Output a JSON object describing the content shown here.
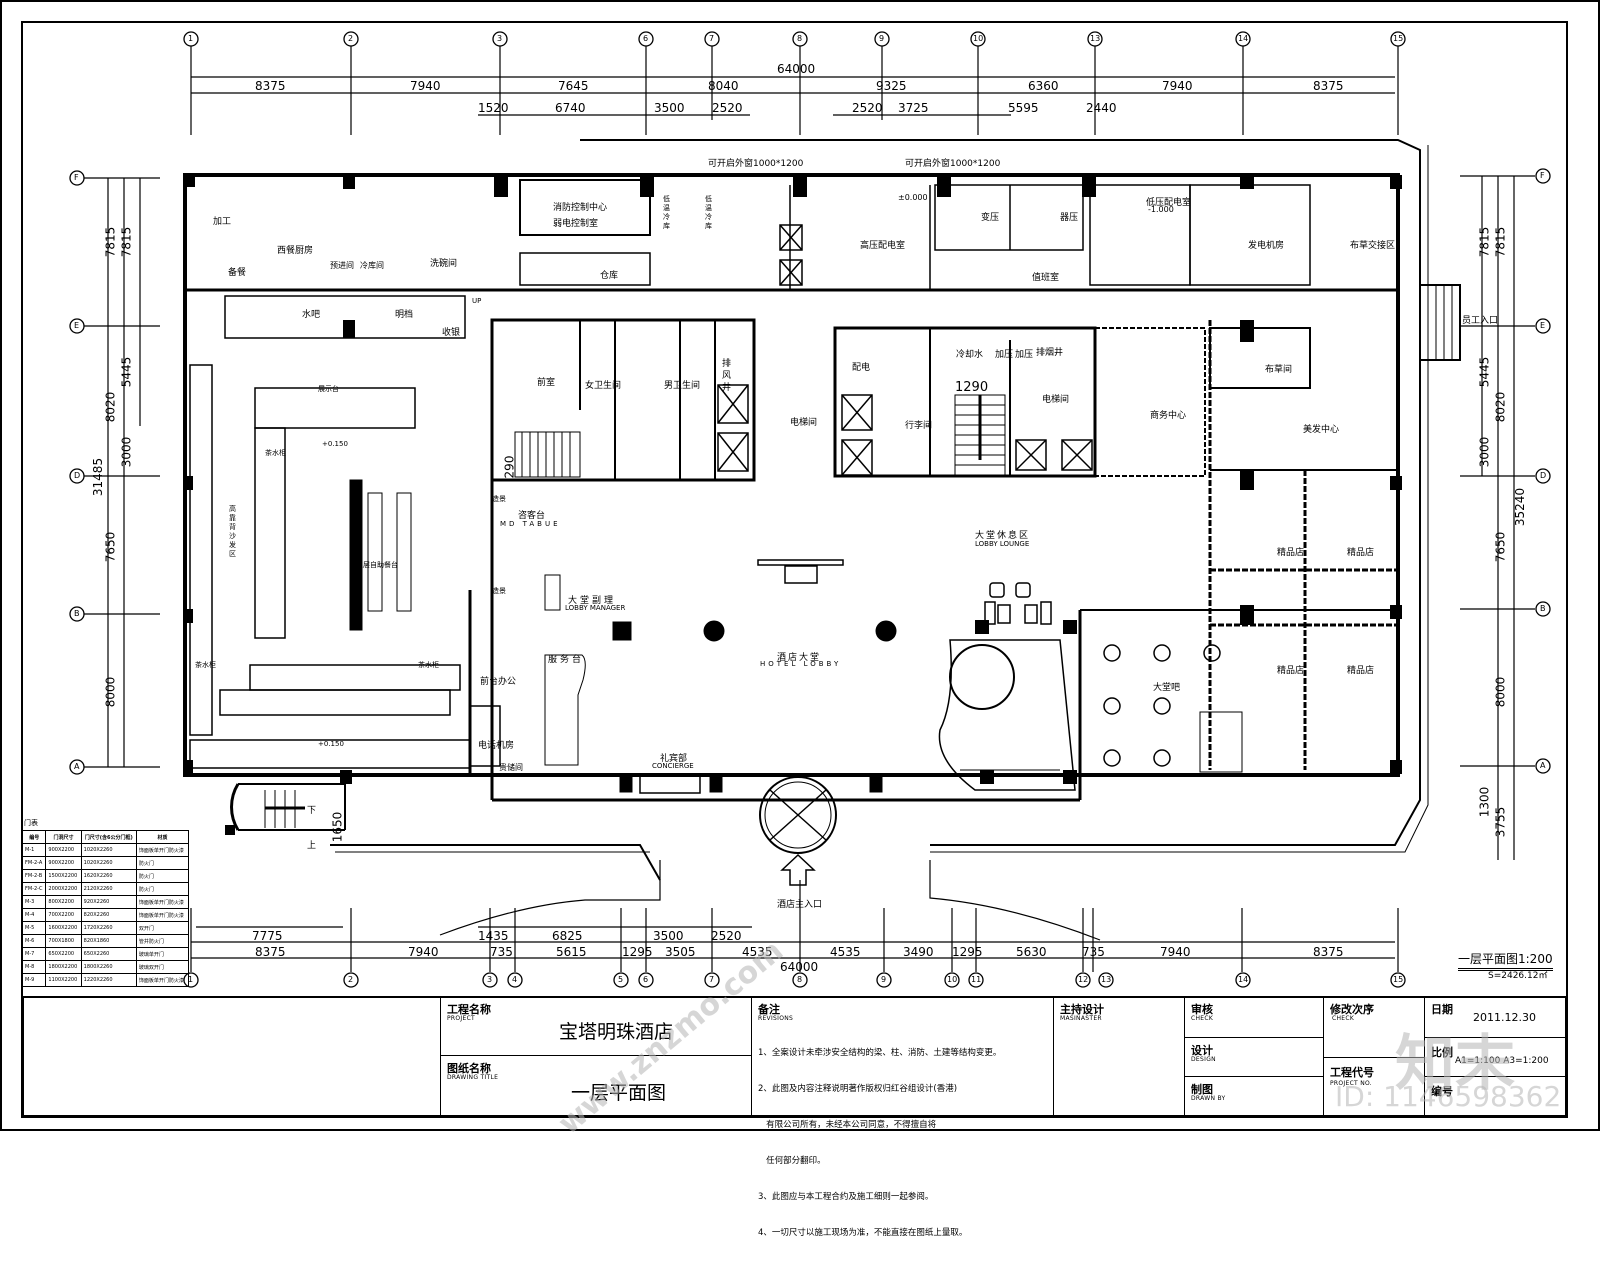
{
  "drawing": {
    "title": "一层平面图1:200",
    "area": "S=2426.12㎡",
    "scale": "1:200"
  },
  "axes": {
    "columns_top": [
      "1",
      "2",
      "3",
      "6",
      "7",
      "8",
      "9",
      "10",
      "13",
      "14",
      "15"
    ],
    "columns_bottom": [
      "1",
      "2",
      "3",
      "4",
      "5",
      "6",
      "7",
      "8",
      "9",
      "10",
      "11",
      "12",
      "13",
      "14",
      "15"
    ],
    "rows_left": [
      "F",
      "E",
      "D",
      "B",
      "A"
    ],
    "rows_right": [
      "F",
      "E",
      "D",
      "B",
      "A"
    ]
  },
  "dimensions": {
    "top_total": "64000",
    "top_row1": [
      "8375",
      "7940",
      "7645",
      "8040",
      "9325",
      "6360",
      "7940",
      "8375"
    ],
    "top_row2": [
      "1520",
      "6740",
      "3500",
      "2520",
      "2520",
      "3725",
      "5595",
      "2440"
    ],
    "bottom_row1": [
      "7775",
      "1435",
      "6825",
      "3500",
      "2520"
    ],
    "bottom_row2": [
      "8375",
      "7940",
      "735",
      "5615",
      "1295",
      "3505",
      "4535",
      "4535",
      "3490",
      "1295",
      "5630",
      "735",
      "7940",
      "8375"
    ],
    "bottom_total": "64000",
    "left_total": "31485",
    "left_col1": [
      "7815",
      "8020",
      "7650",
      "8000"
    ],
    "left_col2": [
      "7815",
      "5445",
      "3000"
    ],
    "right_total": "35240",
    "right_col1": [
      "7815",
      "5445",
      "3000",
      "1300"
    ],
    "right_col2": [
      "7815",
      "8020",
      "7650",
      "8000",
      "3755"
    ],
    "stair_offset": "1650",
    "stair_width_left": "290",
    "stair_width_right": "1290"
  },
  "annotations": {
    "window_note_1": "可开启外窗1000*1200",
    "window_note_2": "可开启外窗1000*1200",
    "level_hv": "±0.000",
    "level_lv": "-1.000",
    "level_plus_1": "+0.150",
    "level_plus_2": "+0.150",
    "up": "UP",
    "main_entrance": "酒店主入口",
    "staff_entrance": "员工入口",
    "stair_up": "上",
    "stair_down": "下"
  },
  "rooms": {
    "kitchen": "西餐厨房",
    "processing": "加工",
    "prep": "备餐",
    "pre_room": "预进间",
    "wash": "洗碗间",
    "cold_room": "冷库间",
    "water_bar": "水吧",
    "open_kitchen": "明档",
    "cashier": "收银",
    "display": "展示台",
    "tea_cabinet_1": "茶水柜",
    "tea_cabinet_2": "茶水柜",
    "tea_cabinet_3": "茶水柜",
    "buffet": "双层自助餐台",
    "sofa_zone": "高靠背沙发区",
    "fire_control": "消防控制中心",
    "weak_current": "弱电控制室",
    "warehouse": "仓库",
    "pipe_well_1": "低温冷库",
    "pipe_well_2": "低温冷库",
    "hv_room": "高压配电室",
    "transformer_1": "变压",
    "transformer_2": "器压",
    "duty_room": "值班室",
    "lv_room": "低压配电室",
    "generator": "发电机房",
    "linen_exchange": "布草交接区",
    "anteroom": "前室",
    "female_wc": "女卫生间",
    "male_wc": "男卫生间",
    "exhaust_shaft": "排风井",
    "elevator_hall_1": "电梯间",
    "power": "配电",
    "luggage": "行李间",
    "cooling_water": "冷却水",
    "pressurize_1": "加压",
    "pressurize_2": "加压",
    "smoke_shaft": "排烟井",
    "elevator_hall_2": "电梯间",
    "business_center": "商务中心",
    "linen_room": "布草间",
    "salon": "美发中心",
    "boutique_1": "精品店",
    "boutique_2": "精品店",
    "boutique_3": "精品店",
    "boutique_4": "精品店",
    "lobby_bar": "大堂吧",
    "lounge_cn": "大堂休息区",
    "lounge_en": "LOBBY LOUNGE",
    "consult_cn": "咨客台",
    "consult_en": "MD TABUE",
    "lobby_mgr_cn": "大堂副理",
    "lobby_mgr_en": "LOBBY MANAGER",
    "hotel_lobby_cn": "酒店大堂",
    "hotel_lobby_en": "HOTEL LOBBY",
    "service_desk": "服务台",
    "front_office": "前台办公",
    "phone_room": "电话机房",
    "valuables": "贵储间",
    "concierge_cn": "礼宾部",
    "concierge_en": "CONCIERGE",
    "scenery_1": "造景",
    "scenery_2": "造景"
  },
  "door_table": {
    "title": "门表",
    "headers": [
      "编号",
      "门洞尺寸",
      "门尺寸(含6公分门框)",
      "材质"
    ],
    "rows": [
      [
        "M-1",
        "900X2200",
        "1020X2260",
        "饰面板单开门防火漆"
      ],
      [
        "FM-2-A",
        "900X2200",
        "1020X2260",
        "防火门"
      ],
      [
        "FM-2-B",
        "1500X2200",
        "1620X2260",
        "防火门"
      ],
      [
        "FM-2-C",
        "2000X2200",
        "2120X2260",
        "防火门"
      ],
      [
        "M-3",
        "800X2200",
        "920X2260",
        "饰面板单开门防火漆"
      ],
      [
        "M-4",
        "700X2200",
        "820X2260",
        "饰面板单开门防火漆"
      ],
      [
        "M-5",
        "1600X2200",
        "1720X2260",
        "双开门"
      ],
      [
        "M-6",
        "700X1800",
        "820X1860",
        "管井防火门"
      ],
      [
        "M-7",
        "650X2200",
        "650X2260",
        "玻璃单开门"
      ],
      [
        "M-8",
        "1800X2200",
        "1800X2260",
        "玻璃双开门"
      ],
      [
        "M-9",
        "1100X2200",
        "1220X2260",
        "饰面板单开门防火漆"
      ]
    ]
  },
  "title_block": {
    "project_label": "工程名称",
    "project_label_en": "PROJECT",
    "project_name": "宝塔明珠酒店",
    "drawing_label": "图纸名称",
    "drawing_label_en": "DRAWING TITLE",
    "drawing_name": "一层平面图",
    "notes_label": "备注",
    "notes_label_en": "REVISIONS",
    "notes": [
      "1、全案设计未牵涉安全结构的梁、柱、消防、土建等结构变更。",
      "2、此图及内容注释说明著作版权归红谷组设计(香港)",
      "   有限公司所有，未经本公司同意，不得擅自将",
      "   任何部分翻印。",
      "3、此图应与本工程合约及施工细则一起参阅。",
      "4、一切尺寸以施工现场为准，不能直接在图纸上量取。"
    ],
    "lead_label": "主持设计",
    "lead_label_en": "MASINASTER",
    "check_label": "审核",
    "check_label_en": "CHECK",
    "design_label": "设计",
    "design_label_en": "DESIGN",
    "drawn_label": "制图",
    "drawn_label_en": "DRAWN BY",
    "revision_label": "修改次序",
    "revision_label_en": "CHECK",
    "project_no_label": "工程代号",
    "project_no_label_en": "PROJECT NO.",
    "date_label": "日期",
    "date_value": "2011.12.30",
    "scale_label": "比例",
    "scale_value": "A1=1:100 A3=1:200",
    "number_label": "编号"
  },
  "watermark": {
    "brand": "知末",
    "id": "ID: 1146598362",
    "site": "www.znzmo.com"
  }
}
